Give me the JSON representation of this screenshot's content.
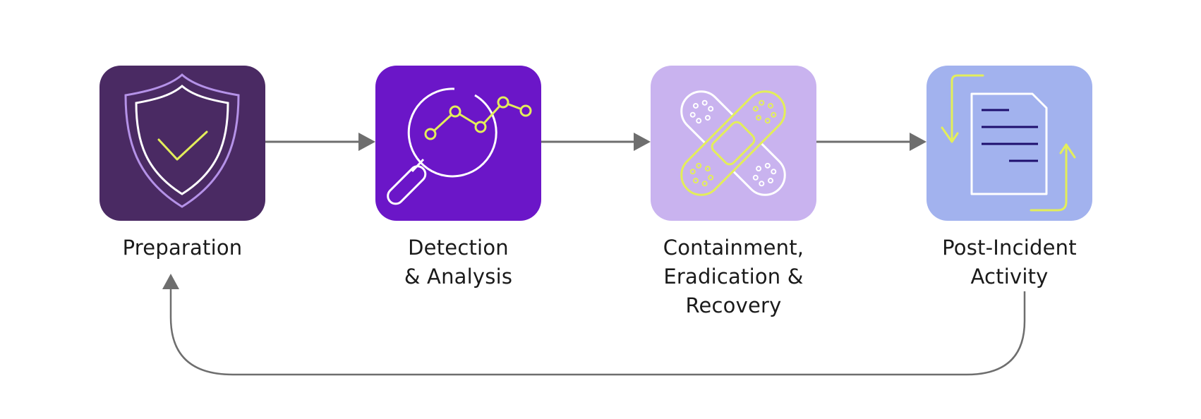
{
  "diagram": {
    "type": "incident-response-lifecycle",
    "steps": [
      {
        "label": "Preparation",
        "icon": "shield-check-icon",
        "tile_color": "#4a2a63"
      },
      {
        "label": "Detection\n& Analysis",
        "icon": "magnifier-chart-icon",
        "tile_color": "#6b16c8"
      },
      {
        "label": "Containment,\nEradication &\nRecovery",
        "icon": "crossed-bandages-icon",
        "tile_color": "#c9b3ef"
      },
      {
        "label": "Post-Incident\nActivity",
        "icon": "document-cycle-icon",
        "tile_color": "#a2b2ee"
      }
    ],
    "connections": [
      {
        "from": "Preparation",
        "to": "Detection & Analysis"
      },
      {
        "from": "Detection & Analysis",
        "to": "Containment, Eradication & Recovery"
      },
      {
        "from": "Containment, Eradication & Recovery",
        "to": "Post-Incident Activity"
      },
      {
        "from": "Post-Incident Activity",
        "to": "Preparation",
        "style": "return-loop"
      }
    ],
    "colors": {
      "connector": "#6e6e6e",
      "accent_yellow": "#e3ee5a",
      "line_white": "#ffffff",
      "shield_outer": "#b592e8",
      "doc_lines": "#1e0f6e",
      "label_text": "#1a1a1a"
    }
  }
}
